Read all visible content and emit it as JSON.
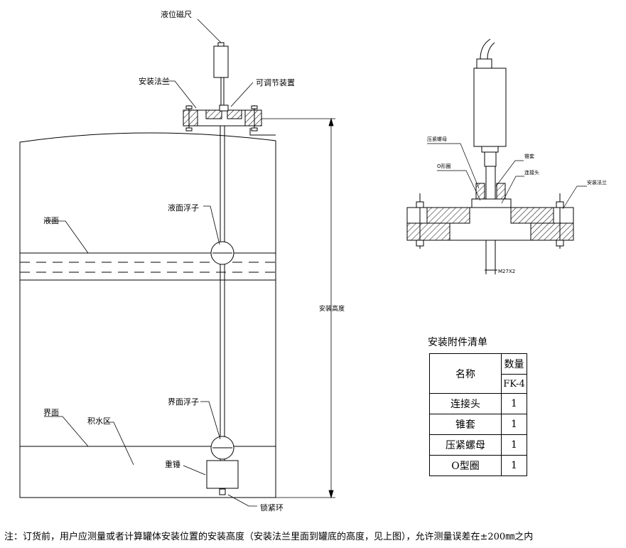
{
  "labels": {
    "magnetic_ruler": "液位磁尺",
    "install_flange": "安装法兰",
    "adjust_device": "可调节装置",
    "liquid_float": "液面浮子",
    "liquid_surface": "液面",
    "install_height": "安装高度",
    "interface_float": "界面浮子",
    "interface": "界面",
    "water_zone": "积水区",
    "weight": "重锤",
    "lock_ring": "锁紧环"
  },
  "detail_labels": {
    "press_nut": "压紧螺母",
    "cone_sleeve": "锥套",
    "o_ring": "O形圈",
    "connector": "连接头",
    "install_flange": "安装法兰",
    "thread": "M27X2"
  },
  "bom": {
    "title": "安装附件清单",
    "header_name": "名称",
    "header_qty": "数量",
    "header_model": "FK-4",
    "rows": [
      {
        "name": "连接头",
        "qty": "1"
      },
      {
        "name": "锥套",
        "qty": "1"
      },
      {
        "name": "压紧螺母",
        "qty": "1"
      },
      {
        "name": "O型圈",
        "qty": "1"
      }
    ]
  },
  "note": "注：订货前，用户应测量或者计算罐体安装位置的安装高度（安装法兰里面到罐底的高度，见上图），允许测量误差在±200㎜之内"
}
